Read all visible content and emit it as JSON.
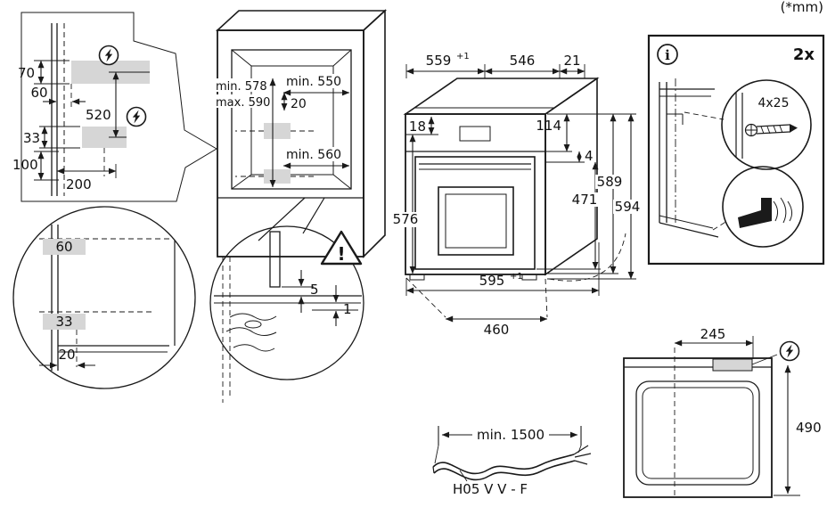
{
  "units_label": "(*mm)",
  "colors": {
    "line": "#1a1a1a",
    "shade": "#d6d6d6"
  },
  "icons": {
    "info": "i",
    "warning": "!"
  },
  "niche_cutout": {
    "top_clearance": "70",
    "side_offset": "60",
    "spacing": "520",
    "mid_offset": "33",
    "lower_clearance": "100",
    "lower_width": "200"
  },
  "corner_detail": {
    "upper": "60",
    "lower": "33",
    "edge": "20"
  },
  "cabinet": {
    "top_width": "min. 550",
    "inset": "20",
    "height_min": "min. 578",
    "height_max": "max. 590",
    "bottom_width": "min. 560"
  },
  "gap_detail": {
    "gap": "5",
    "clearance": "1"
  },
  "oven": {
    "width": "559",
    "width_tol": "+1",
    "depth": "546",
    "rear_gap": "21",
    "top_inset": "18",
    "panel_height": "114",
    "trim": "4",
    "height_a": "589",
    "height_b": "594",
    "door_height": "471",
    "body_height": "576",
    "front_width": "595",
    "front_width_tol": "+1",
    "open_depth": "460"
  },
  "mounting": {
    "quantity": "2x",
    "screw_size": "4x25"
  },
  "cable": {
    "min_length": "min. 1500",
    "spec": "H05 V V - F"
  },
  "top_view": {
    "connection_offset": "245",
    "depth": "490"
  }
}
